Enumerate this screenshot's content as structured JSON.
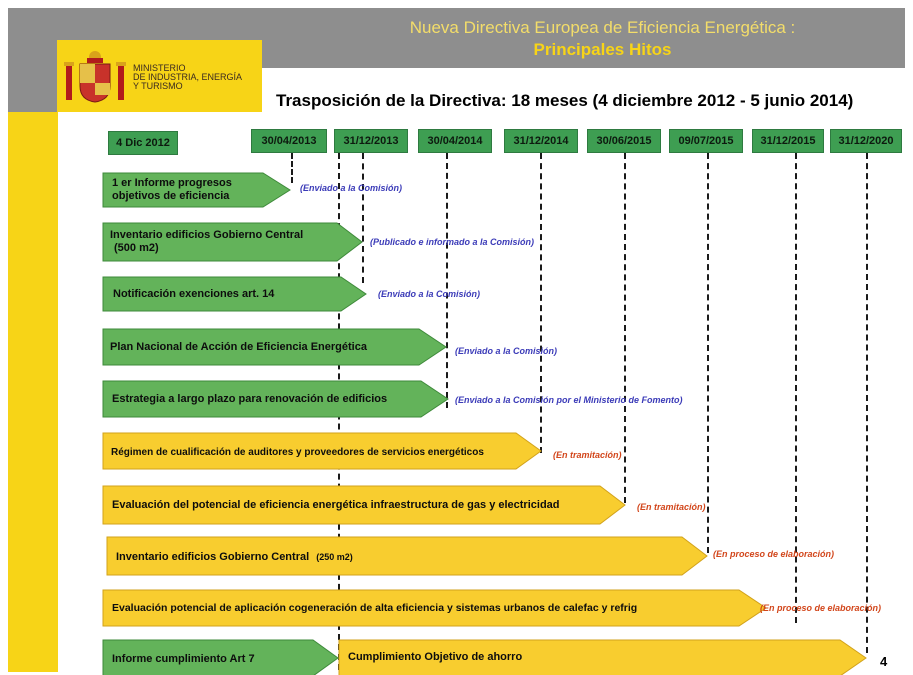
{
  "header": {
    "title_line1": "Nueva Directiva Europea de Eficiencia Energética :",
    "title_line2": "Principales Hitos",
    "subtitle": "Trasposición de la Directiva: 18 meses (4 diciembre 2012 - 5 junio 2014)"
  },
  "ministry": {
    "line1": "MINISTERIO",
    "line2": "DE INDUSTRIA, ENERGÍA",
    "line3": "Y TURISMO"
  },
  "dates": [
    "4 Dic 2012",
    "30/04/2013",
    "31/12/2013",
    "30/04/2014",
    "31/12/2014",
    "30/06/2015",
    "09/07/2015",
    "31/12/2015",
    "31/12/2020"
  ],
  "items": [
    {
      "line1": "1 er Informe progresos",
      "line2": "objetivos de eficiencia",
      "note": "(Enviado a  la Comisión)"
    },
    {
      "line1": "Inventario edificios Gobierno Central",
      "line2": "(500 m2)",
      "note": "(Publicado e informado a la Comisión)"
    },
    {
      "line1": "Notificación exenciones art. 14",
      "note": "(Enviado a la Comisión)"
    },
    {
      "line1": "Plan Nacional de Acción de Eficiencia Energética",
      "note": "(Enviado a la Comisión)"
    },
    {
      "line1": "Estrategia a largo plazo para renovación de edificios",
      "note": "(Enviado a la Comisión por el Ministerio de Fomento)"
    },
    {
      "line1": "Régimen de cualificación de auditores y proveedores de servicios energéticos",
      "note": "(En tramitación)"
    },
    {
      "line1": "Evaluación del potencial de eficiencia energética infraestructura de gas y electricidad",
      "note": "(En tramitación)"
    },
    {
      "line1": "Inventario edificios Gobierno Central",
      "line1b": "(250 m2)",
      "note": "(En proceso de elaboración)"
    },
    {
      "line1": "Evaluación potencial de aplicación cogeneración de alta eficiencia y sistemas urbanos de calefac y refrig",
      "note": "(En proceso de elaboración)"
    },
    {
      "line1": "Informe cumplimiento Art 7"
    },
    {
      "line1": "Cumplimiento Objetivo de ahorro"
    }
  ],
  "page_number": "4",
  "colors": {
    "yellow": "#f7d417",
    "gray": "#8e8e8e",
    "green": "#63b35a",
    "bar_yellow": "#f8cd2f",
    "note_blue": "#3b3bb8",
    "note_red": "#d2461b"
  }
}
